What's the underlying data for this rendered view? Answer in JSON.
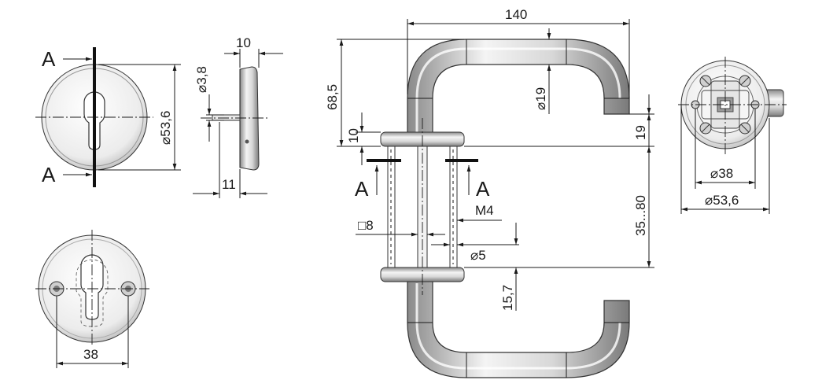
{
  "drawing": {
    "rose_front": {
      "section_top": "A",
      "section_bottom": "A",
      "dim_diameter": "⌀53,6"
    },
    "rose_side": {
      "dim_width": "10",
      "dim_hole": "⌀3,8",
      "dim_depth": "11"
    },
    "rose_back": {
      "dim_hole_spacing": "38"
    },
    "handle_set": {
      "dim_length": "140",
      "dim_height": "68,5",
      "dim_tube": "⌀19",
      "dim_rose_thickness": "10",
      "dim_offset": "19",
      "dim_door_thickness": "35...80",
      "dim_spindle": "□8",
      "dim_screw": "M4",
      "dim_pin": "⌀5",
      "dim_min": "15,7",
      "section_left": "A",
      "section_right": "A"
    },
    "rose_detail": {
      "dim_inner": "⌀38",
      "dim_outer": "⌀53,6"
    }
  }
}
